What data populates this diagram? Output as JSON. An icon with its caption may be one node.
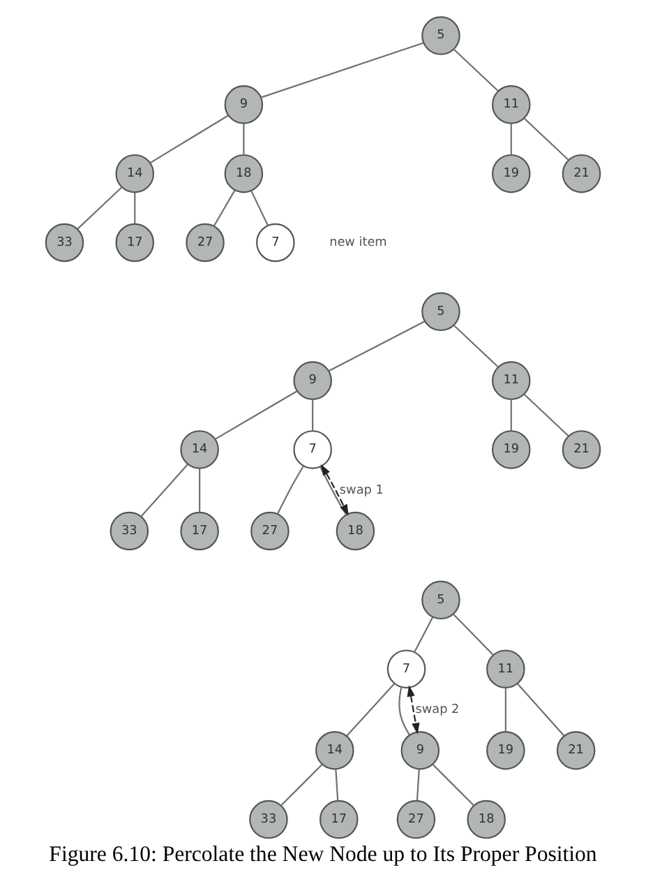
{
  "diagram": {
    "caption": "Figure 6.10: Percolate the New Node up to Its Proper Position",
    "nodes": [
      {
        "text": [
          "5"
        ]
      },
      {
        "text": [
          "9"
        ]
      },
      {
        "text": [
          "11"
        ]
      },
      {
        "text": [
          "14"
        ]
      },
      {
        "text": [
          "18"
        ]
      },
      {
        "text": [
          "19"
        ]
      },
      {
        "text": [
          "21"
        ]
      },
      {
        "text": [
          "33"
        ]
      },
      {
        "text": [
          "17"
        ]
      },
      {
        "text": [
          "27"
        ]
      },
      {
        "text": [
          "7"
        ],
        "beside": [
          "new item"
        ]
      },
      {
        "text": [
          "5"
        ]
      },
      {
        "text": [
          "9"
        ]
      },
      {
        "text": [
          "11"
        ]
      },
      {
        "text": [
          "14"
        ]
      },
      {
        "text": [
          "7"
        ]
      },
      {
        "text": [
          "19"
        ]
      },
      {
        "text": [
          "21"
        ]
      },
      {
        "text": [
          "33"
        ]
      },
      {
        "text": [
          "17"
        ]
      },
      {
        "text": [
          "27"
        ]
      },
      {
        "text": [
          "18"
        ]
      },
      {
        "text": [
          "5"
        ]
      },
      {
        "text": [
          "7"
        ]
      },
      {
        "text": [
          "11"
        ]
      },
      {
        "text": [
          "14"
        ]
      },
      {
        "text": [
          "9"
        ]
      },
      {
        "text": [
          "19"
        ]
      },
      {
        "text": [
          "21"
        ]
      },
      {
        "text": [
          "33"
        ]
      },
      {
        "text": [
          "17"
        ]
      },
      {
        "text": [
          "27"
        ]
      },
      {
        "text": [
          "18"
        ]
      }
    ],
    "edges": [
      {
        "from": 0,
        "to": 1,
        "arrow": "none"
      },
      {
        "from": 0,
        "to": 2,
        "arrow": "none"
      },
      {
        "from": 1,
        "to": 3,
        "arrow": "none"
      },
      {
        "from": 1,
        "to": 4,
        "arrow": "none"
      },
      {
        "from": 2,
        "to": 5,
        "arrow": "none"
      },
      {
        "from": 2,
        "to": 6,
        "arrow": "none"
      },
      {
        "from": 3,
        "to": 7,
        "arrow": "none"
      },
      {
        "from": 3,
        "to": 8,
        "arrow": "none"
      },
      {
        "from": 4,
        "to": 9,
        "arrow": "none"
      },
      {
        "from": 4,
        "to": 10,
        "arrow": "none"
      },
      {
        "from": 11,
        "to": 12,
        "arrow": "none"
      },
      {
        "from": 11,
        "to": 13,
        "arrow": "none"
      },
      {
        "from": 12,
        "to": 14,
        "arrow": "none"
      },
      {
        "from": 12,
        "to": 15,
        "arrow": "none"
      },
      {
        "from": 13,
        "to": 16,
        "arrow": "none"
      },
      {
        "from": 13,
        "to": 17,
        "arrow": "none"
      },
      {
        "from": 14,
        "to": 18,
        "arrow": "none"
      },
      {
        "from": 14,
        "to": 19,
        "arrow": "none"
      },
      {
        "from": 15,
        "to": 20,
        "arrow": "none"
      },
      {
        "from": 15,
        "to": 21,
        "arrow": "none"
      },
      {
        "from": 15,
        "to": 21,
        "arrow": "both",
        "label": "swap 1",
        "style": "dashed",
        "color": "#222222"
      },
      {
        "from": 22,
        "to": 23,
        "arrow": "none"
      },
      {
        "from": 22,
        "to": 24,
        "arrow": "none"
      },
      {
        "from": 23,
        "to": 25,
        "arrow": "none"
      },
      {
        "from": 23,
        "to": 26,
        "arrow": "none"
      },
      {
        "from": 24,
        "to": 27,
        "arrow": "none"
      },
      {
        "from": 24,
        "to": 28,
        "arrow": "none"
      },
      {
        "from": 25,
        "to": 29,
        "arrow": "none"
      },
      {
        "from": 25,
        "to": 30,
        "arrow": "none"
      },
      {
        "from": 26,
        "to": 31,
        "arrow": "none"
      },
      {
        "from": 26,
        "to": 32,
        "arrow": "none"
      },
      {
        "from": 23,
        "to": 26,
        "arrow": "both",
        "label": "swap 2",
        "style": "dashed",
        "color": "#222222"
      }
    ]
  }
}
